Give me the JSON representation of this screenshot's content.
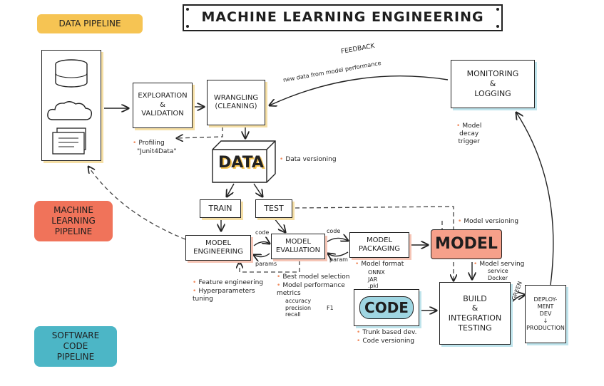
{
  "title": "MACHINE LEARNING ENGINEERING",
  "pipelines": {
    "data": "DATA PIPELINE",
    "ml": "MACHINE\nLEARNING\nPIPELINE",
    "software": "SOFTWARE\nCODE\nPIPELINE"
  },
  "colors": {
    "data_pipeline": "#f6c453",
    "ml_pipeline": "#f0735a",
    "software_pipeline": "#4cb6c6",
    "line": "#222222"
  },
  "sources": {
    "icons": [
      "database-icon",
      "cloud-icon",
      "documents-icon"
    ]
  },
  "boxes": {
    "exploration": "EXPLORATION\n&\nVALIDATION",
    "wrangling": "WRANGLING\n(CLEANING)",
    "data": "DATA",
    "train": "TRAIN",
    "test": "TEST",
    "model_engineering": "MODEL\nENGINEERING",
    "model_evaluation": "MODEL\nEVALUATION",
    "model_packaging": "MODEL\nPACKAGING",
    "model": "MODEL",
    "code": "CODE",
    "build": "BUILD\n&\nINTEGRATION\nTESTING",
    "deployment": "DEPLOY-\nMENT\nDEV\n↓\nPRODUCTION",
    "monitoring": "MONITORING\n&\nLOGGING"
  },
  "notes": {
    "feedback": "FEEDBACK",
    "feedback_sub": "new data from model performance",
    "profiling": "Profiling",
    "junit": "\"Junit4Data\"",
    "data_versioning": "Data versioning",
    "model_versioning": "Model versioning",
    "model_decay": "Model\ndecay\ntrigger",
    "feature_engineering": "Feature engineering",
    "hyperparameters": "Hyperparameters\ntuning",
    "best_model": "Best model selection",
    "model_performance": "Model performance\nmetrics",
    "metrics_list": "accuracy\nprecision\nrecall",
    "f1": "F1",
    "model_format": "Model format",
    "formats": "ONNX\nJAR\n.pkl",
    "model_serving": "Model serving",
    "serving_list": "service\nDocker\nK8S",
    "trunk": "Trunk based dev.",
    "code_versioning": "Code versioning",
    "code_1": "code",
    "params_1": "params",
    "code_2": "code",
    "params_2": "param",
    "green": "GREEN"
  }
}
